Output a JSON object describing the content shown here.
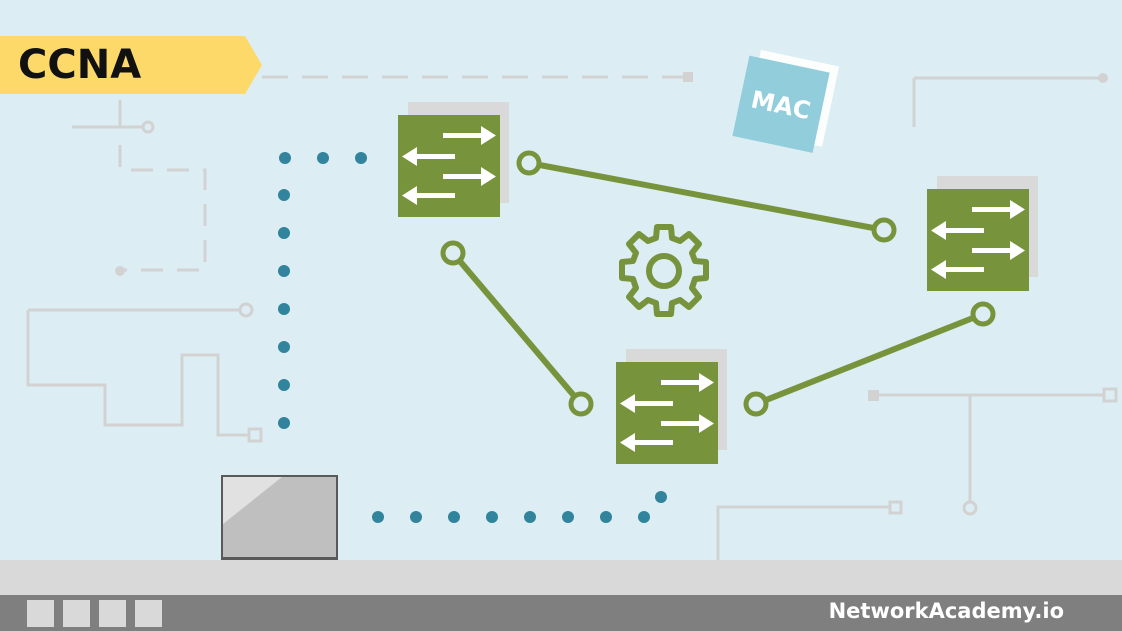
{
  "badge": {
    "label": "CCNA"
  },
  "mac_card": {
    "label": "MAC"
  },
  "footer": {
    "brand": "NetworkAcademy.io"
  },
  "colors": {
    "background": "#dcedf3",
    "switch_green": "#77943d",
    "link_green": "#77943d",
    "dot_teal": "#31849b",
    "badge_yellow": "#fdd96a",
    "mac_card_blue": "#92cddc",
    "footer_gray": "#7f7f7f"
  },
  "icons": [
    "switch-icon",
    "gear-icon",
    "laptop-icon",
    "mac-address-card-icon"
  ]
}
